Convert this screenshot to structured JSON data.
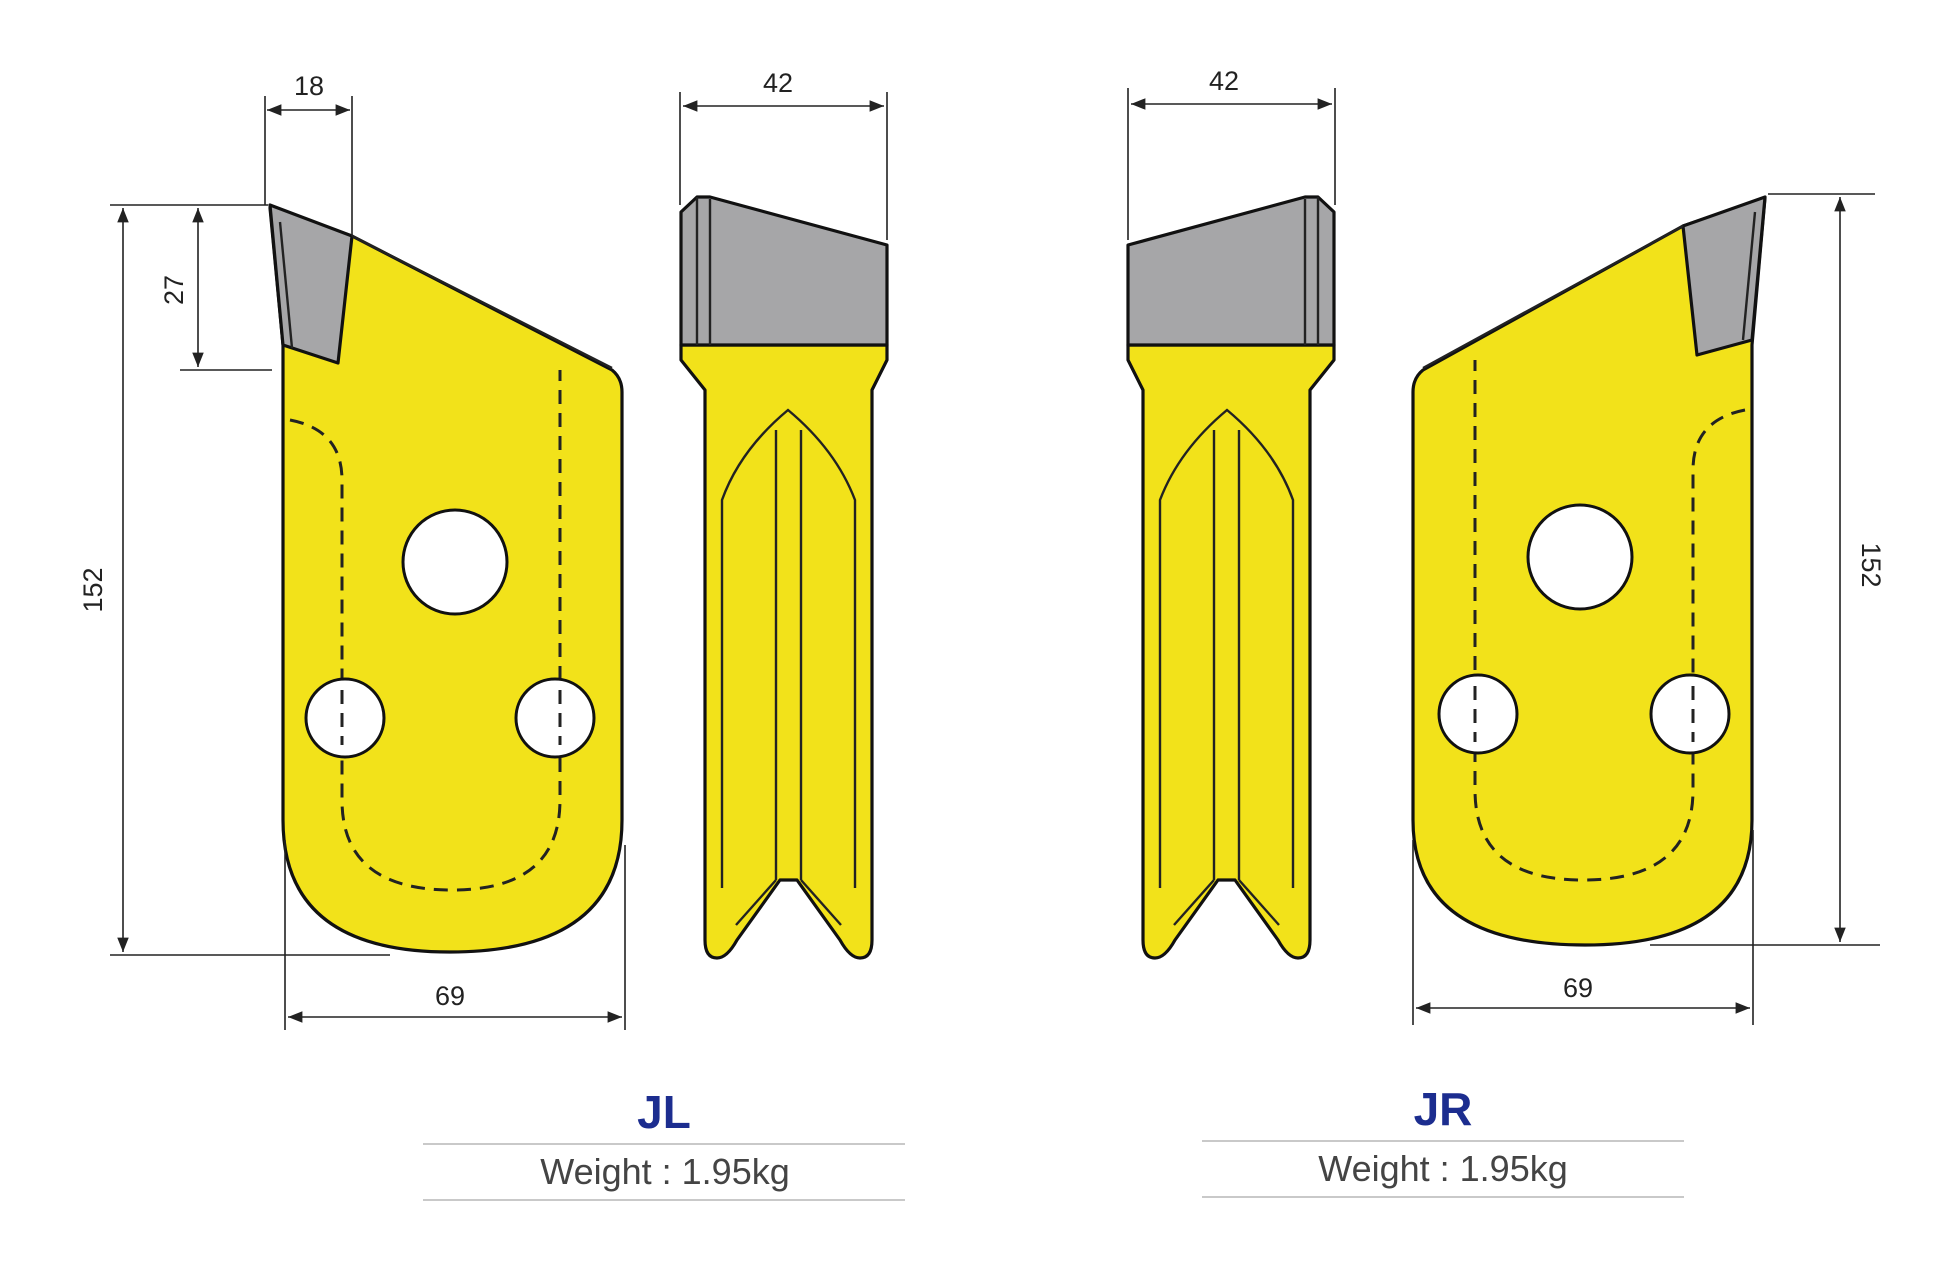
{
  "colors": {
    "body_yellow": "#f2e21a",
    "carbide_gray": "#a6a6a8",
    "title_blue": "#1c2d8f",
    "caption_rule": "#c9c9c9"
  },
  "units": "mm",
  "parts": [
    {
      "code": "JL",
      "weight": "Weight : 1.95kg",
      "dimensions": {
        "tip_width": "18",
        "tip_height": "27",
        "overall_height": "152",
        "overall_width": "69",
        "thickness": "42"
      }
    },
    {
      "code": "JR",
      "weight": "Weight : 1.95kg",
      "dimensions": {
        "thickness": "42",
        "overall_height": "152",
        "overall_width": "69"
      }
    }
  ]
}
